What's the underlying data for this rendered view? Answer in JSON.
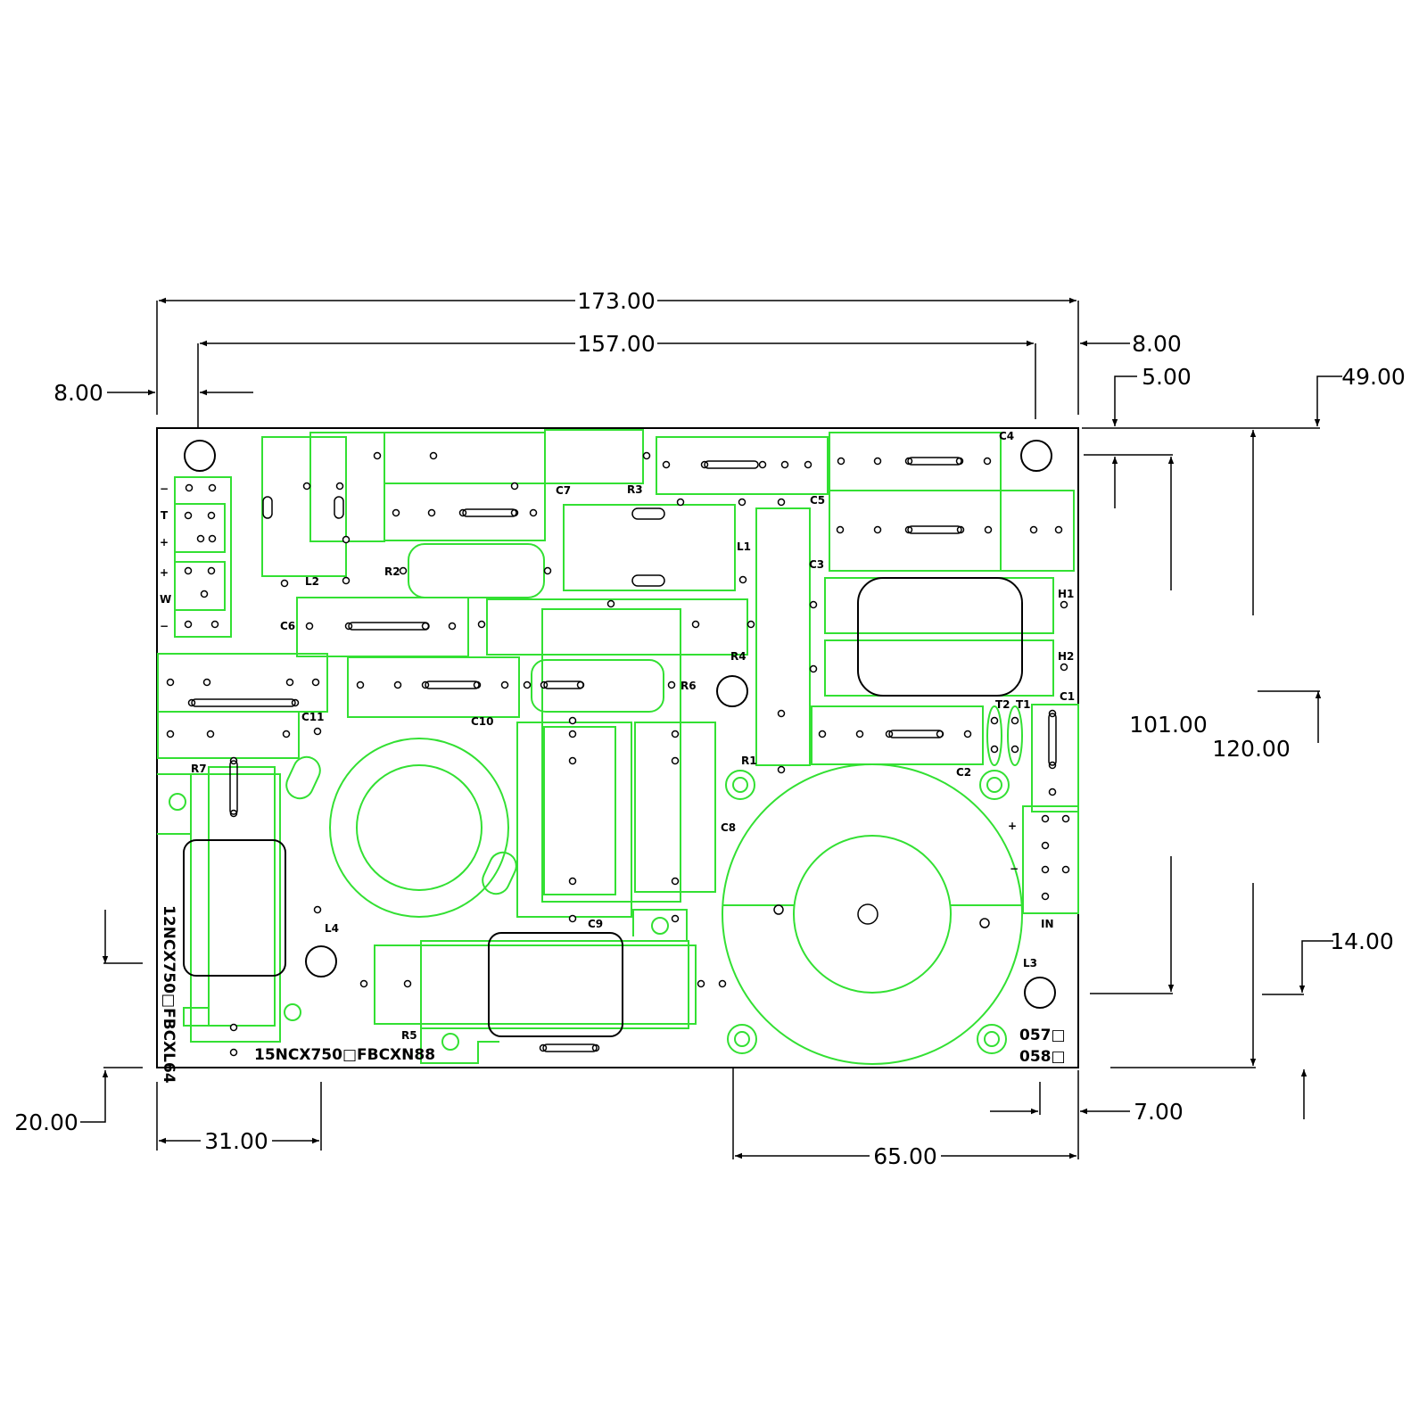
{
  "dimensions": {
    "overall_width": "173.00",
    "hole_spacing_width": "157.00",
    "left_offset": "8.00",
    "right_offset_top": "8.00",
    "top_offset_right": "5.00",
    "far_right_top": "49.00",
    "inner_height": "101.00",
    "overall_height": "120.00",
    "right_lower": "14.00",
    "bottom_left": "20.00",
    "bottom_left_width": "31.00",
    "bottom_right_width": "65.00",
    "bottom_right_offset": "7.00"
  },
  "components": {
    "c1": "C1",
    "c2": "C2",
    "c3": "C3",
    "c4": "C4",
    "c5": "C5",
    "c6": "C6",
    "c7": "C7",
    "c8": "C8",
    "c9": "C9",
    "c10": "C10",
    "c11": "C11",
    "r1": "R1",
    "r2": "R2",
    "r3": "R3",
    "r4": "R4",
    "r5": "R5",
    "r6": "R6",
    "r7": "R7",
    "l1": "L1",
    "l2": "L2",
    "l3": "L3",
    "l4": "L4",
    "h1": "H1",
    "h2": "H2",
    "t1": "T1",
    "t2": "T2",
    "in": "IN"
  },
  "terminal_marks": [
    "−",
    "T",
    "+",
    "+",
    "W",
    "−"
  ],
  "input_marks": [
    "+",
    "−"
  ],
  "part_numbers": {
    "bottom": "15NCX750□FBCXN88",
    "side": "12NCX750□FBCXL64",
    "code_057": "057□",
    "code_058": "058□"
  }
}
